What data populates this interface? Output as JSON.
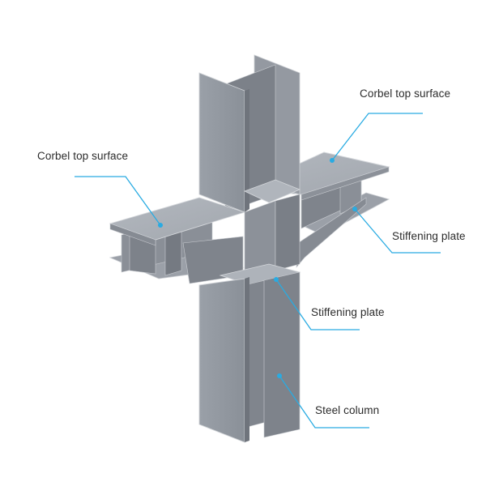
{
  "colors": {
    "leader": "#29abe2",
    "steel_light": "#a3a8b0",
    "steel_mid": "#8e939b",
    "steel_dark": "#72777f",
    "edge": "#c9ccd1"
  },
  "labels": {
    "corbel_top_right": "Corbel top surface",
    "corbel_top_left": "Corbel top surface",
    "stiffening_plate_right": "Stiffening plate",
    "stiffening_plate_middle": "Stiffening plate",
    "steel_column": "Steel column"
  }
}
